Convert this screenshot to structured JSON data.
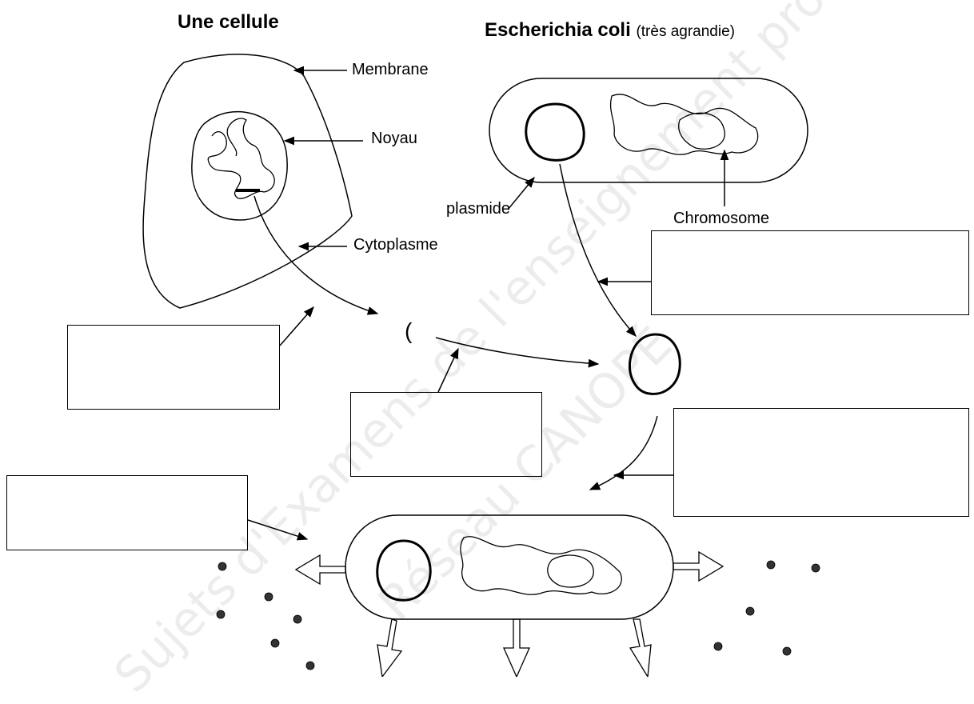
{
  "titles": {
    "cell": "Une cellule",
    "ecoli": "Escherichia coli",
    "ecoli_note": "(très agrandie)"
  },
  "labels": {
    "membrane": "Membrane",
    "noyau": "Noyau",
    "cytoplasme": "Cytoplasme",
    "plasmide": "plasmide",
    "chromosome": "Chromosome",
    "fragment": "("
  },
  "watermark": {
    "line1": "Sujets d'Examens de l'enseignement professionnel",
    "line2": "Réseau CANOPÉ"
  }
}
